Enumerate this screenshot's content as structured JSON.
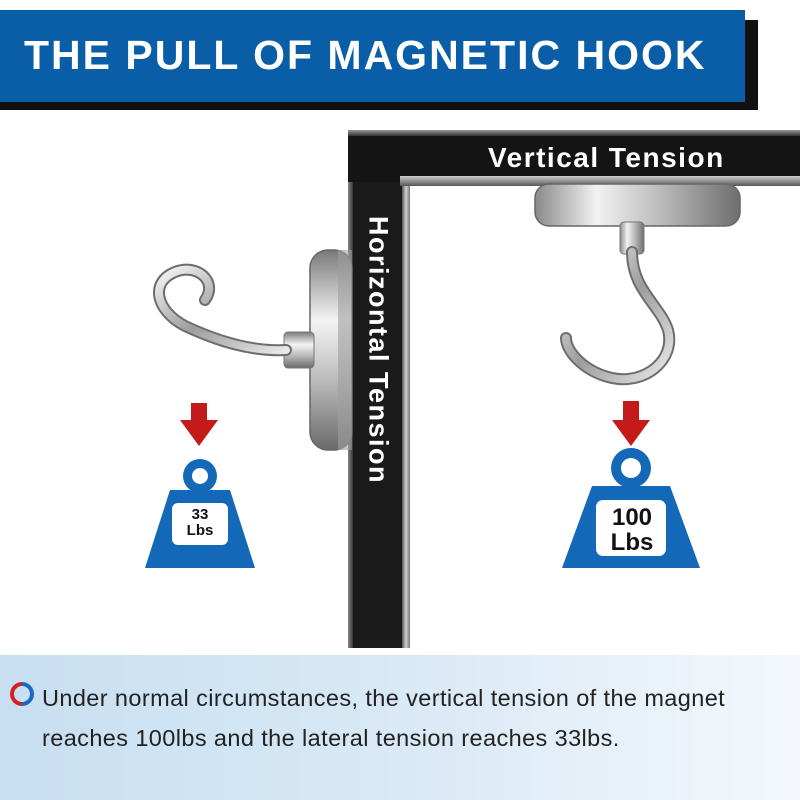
{
  "banner": {
    "title": "THE PULL OF MAGNETIC HOOK"
  },
  "labels": {
    "vertical": "Vertical Tension",
    "horizontal": "Horizontal Tension"
  },
  "weights": {
    "horizontal": {
      "line1": "33",
      "line2": "Lbs"
    },
    "vertical": {
      "line1": "100",
      "line2": "Lbs"
    }
  },
  "footer": {
    "text": "Under normal circumstances, the vertical tension of the magnet reaches 100lbs and the lateral tension reaches 33lbs."
  },
  "colors": {
    "brand_blue": "#0a5ea8",
    "arrow_red": "#c41a1a",
    "weight_blue": "#1468b8"
  }
}
